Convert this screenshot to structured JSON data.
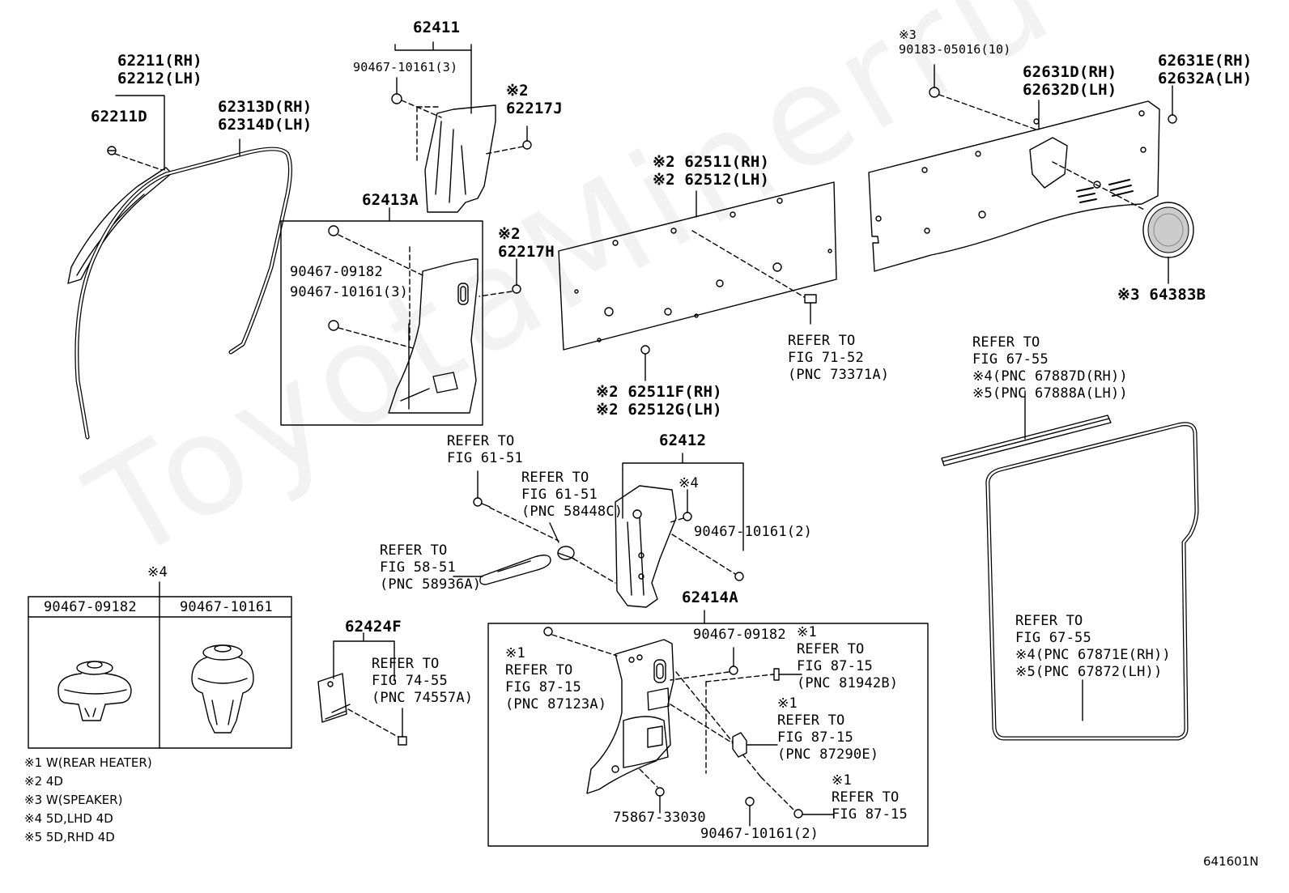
{
  "labels": {
    "p62211": "62211(RH)\n62212(LH)",
    "p62211D": "62211D",
    "p62313D": "62313D(RH)\n62314D(LH)",
    "p62411": "62411",
    "p90467_10161_3a": "90467-10161(3)",
    "p62217J": "※2\n62217J",
    "p62413A": "62413A",
    "p62217H": "※2\n62217H",
    "p90467_09182a": "90467-09182",
    "p90467_10161_3b": "90467-10161(3)",
    "p62511": "※2 62511(RH)\n※2 62512(LH)",
    "p62511F": "※2 62511F(RH)\n※2 62512G(LH)",
    "ref_71_52": "REFER TO\nFIG 71-52\n(PNC 73371A)",
    "p90183": "※3\n90183-05016(10)",
    "p62631D": "62631D(RH)\n62632D(LH)",
    "p62631E": "62631E(RH)\n62632A(LH)",
    "p64383B": "※3 64383B",
    "ref_67_55a": "REFER TO\nFIG 67-55\n※4(PNC 67887D(RH))\n※5(PNC 67888A(LH))",
    "ref_67_55b": "REFER TO\nFIG 67-55\n※4(PNC 67871E(RH))\n※5(PNC 67872(LH))",
    "ref_61_51a": "REFER TO\nFIG 61-51",
    "ref_61_51b": "REFER TO\nFIG 61-51\n(PNC 58448C)",
    "p62412": "62412",
    "star4a": "※4",
    "p90467_10161_2a": "90467-10161(2)",
    "ref_58_51": "REFER TO\nFIG 58-51\n(PNC 58936A)",
    "p62414A": "62414A",
    "p62424F": "62424F",
    "ref_74_55": "REFER TO\nFIG 74-55\n(PNC 74557A)",
    "ref_87_15a": "※1\nREFER TO\nFIG 87-15\n(PNC 87123A)",
    "p90467_09182b": "90467-09182",
    "ref_87_15b": "※1\nREFER TO\nFIG 87-15\n(PNC 81942B)",
    "ref_87_15c": "※1\nREFER TO\nFIG 87-15\n(PNC 87290E)",
    "ref_87_15d": "※1\nREFER TO\nFIG 87-15",
    "p75867": "75867-33030",
    "p90467_10161_2b": "90467-10161(2)",
    "star4b": "※4"
  },
  "clip_table": {
    "headers": [
      "90467-09182",
      "90467-10161"
    ]
  },
  "notes": [
    "※1 W(REAR HEATER)",
    "※2 4D",
    "※3 W(SPEAKER)",
    "※4 5D,LHD 4D",
    "※5 5D,RHD 4D"
  ],
  "figure_id": "641601N",
  "watermark": "ToyotaMinerru"
}
